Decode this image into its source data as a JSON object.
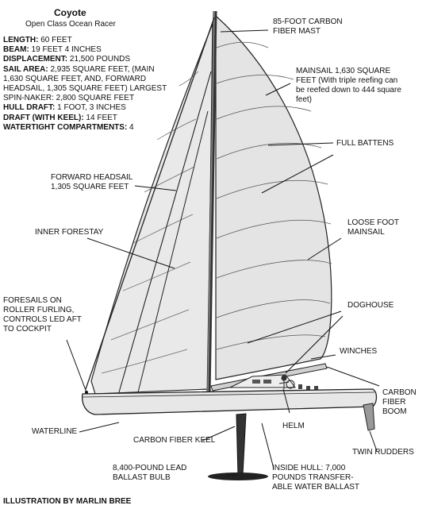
{
  "title": "Coyote",
  "subtitle": "Open Class Ocean Racer",
  "specs": [
    {
      "label": "LENGTH:",
      "value": " 60 FEET"
    },
    {
      "label": "BEAM:",
      "value": " 19 FEET 4 INCHES"
    },
    {
      "label": "DISPLACEMENT:",
      "value": " 21,500 POUNDS"
    },
    {
      "label": "SAIL AREA:",
      "value": " 2,935 SQUARE FEET, (MAIN 1,630 SQUARE FEET, AND, FORWARD HEADSAIL, 1,305 SQUARE FEET) LARGEST SPIN-NAKER: 2,800 SQUARE FEET"
    },
    {
      "label": "HULL DRAFT:",
      "value": " 1 FOOT, 3 INCHES"
    },
    {
      "label": "DRAFT (WITH KEEL):",
      "value": " 14 FEET"
    },
    {
      "label": "WATERTIGHT COMPARTMENTS:",
      "value": " 4"
    }
  ],
  "labels": {
    "mast": [
      "85-FOOT CARBON",
      "FIBER MAST"
    ],
    "mainsail": [
      "MAINSAIL 1,630 SQUARE",
      "FEET (With triple reefing can",
      "be reefed down to 444 square",
      "feet)"
    ],
    "battens": [
      "FULL BATTENS"
    ],
    "headsail": [
      "FORWARD HEADSAIL",
      "1,305 SQUARE FEET"
    ],
    "inner_forestay": [
      "INNER FORESTAY"
    ],
    "loose_foot": [
      "LOOSE FOOT",
      "MAINSAIL"
    ],
    "foresails": [
      "FORESAILS ON",
      "ROLLER FURLING,",
      "CONTROLS LED AFT",
      "TO COCKPIT"
    ],
    "doghouse": [
      "DOGHOUSE"
    ],
    "winches": [
      "WINCHES"
    ],
    "boom": [
      "CARBON",
      "FIBER",
      "BOOM"
    ],
    "waterline": [
      "WATERLINE"
    ],
    "helm": [
      "HELM"
    ],
    "keel": [
      "CARBON FIBER KEEL"
    ],
    "rudders": [
      "TWIN RUDDERS"
    ],
    "bulb": [
      "8,400-POUND LEAD",
      "BALLAST BULB"
    ],
    "ballast": [
      "INSIDE HULL: 7,000",
      "POUNDS TRANSFER-",
      "ABLE WATER BALLAST"
    ]
  },
  "credit": "ILLUSTRATION BY MARLIN BREE"
}
